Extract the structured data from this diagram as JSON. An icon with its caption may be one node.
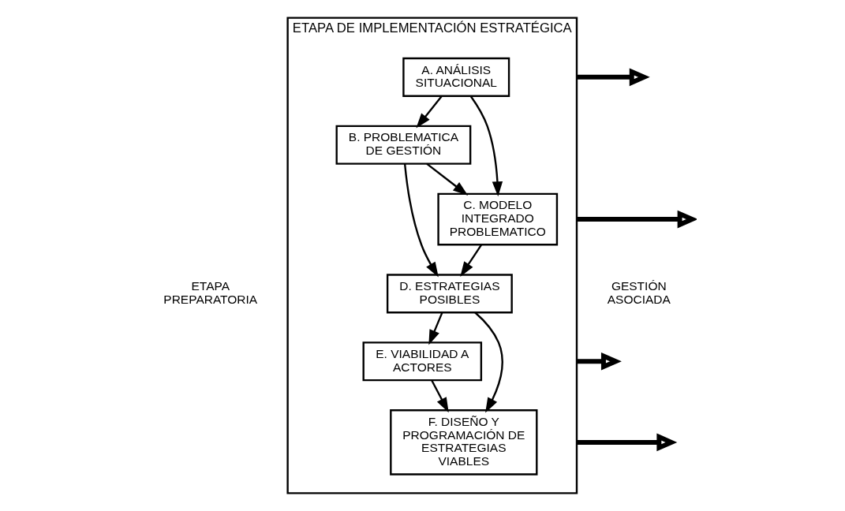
{
  "diagram": {
    "nodes": [
      {
        "text": [
          "ETAPA DE IMPLEMENTACIÓN ESTRATÉGICA"
        ]
      },
      {
        "text": [
          "A. ANÁLISIS SITUACIONAL"
        ],
        "in": 0
      },
      {
        "text": [
          "B. PROBLEMATICA DE GESTIÓN"
        ],
        "in": 0
      },
      {
        "text": [
          "C. MODELO INTEGRADO PROBLEMATICO"
        ],
        "in": 0
      },
      {
        "text": [
          "D. ESTRATEGIAS POSIBLES"
        ],
        "in": 0
      },
      {
        "text": [
          "E. VIABILIDAD A ACTORES"
        ],
        "in": 0
      },
      {
        "text": [
          "F. DISEÑO Y PROGRAMACIÓN DE ESTRATEGIAS VIABLES"
        ],
        "in": 0
      }
    ],
    "edges": [
      {
        "from": 1,
        "to": 2,
        "arrow": "to"
      },
      {
        "from": 1,
        "to": 3,
        "arrow": "to"
      },
      {
        "from": 2,
        "to": 3,
        "arrow": "to"
      },
      {
        "from": 3,
        "to": 4,
        "arrow": "to"
      },
      {
        "from": 2,
        "to": 4,
        "arrow": "to"
      },
      {
        "from": 4,
        "to": 5,
        "arrow": "to"
      },
      {
        "from": 5,
        "to": 6,
        "arrow": "to"
      },
      {
        "from": 4,
        "to": 6,
        "arrow": "to"
      },
      {
        "from": 0,
        "to": null,
        "arrow": "to",
        "style": "thick"
      },
      {
        "from": 0,
        "to": null,
        "arrow": "to",
        "style": "thick"
      },
      {
        "from": 0,
        "to": null,
        "arrow": "to",
        "style": "thick"
      },
      {
        "from": 0,
        "to": null,
        "arrow": "to",
        "style": "thick"
      }
    ],
    "labels": [
      "ETAPA PREPARATORIA",
      "GESTIÓN ASOCIADA"
    ]
  }
}
